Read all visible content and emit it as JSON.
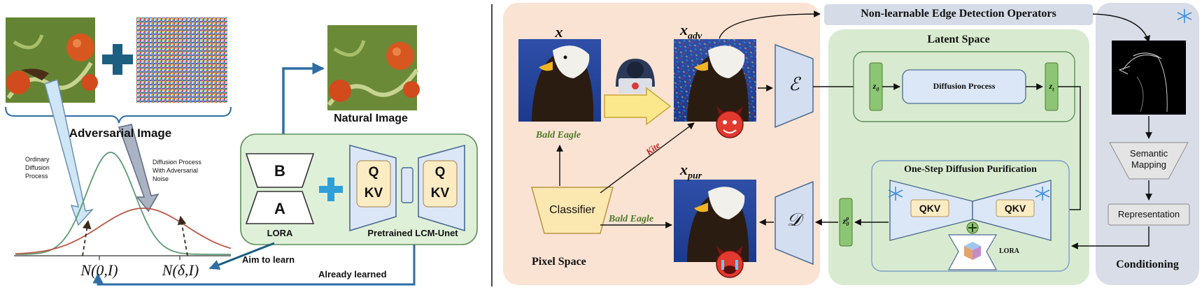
{
  "left_panel": {
    "adversarial_image_label": "Adversarial Image",
    "natural_image_label": "Natural Image",
    "ordinary_process_label": [
      "Ordinary",
      "Diffusion",
      "Process"
    ],
    "adversarial_process_label": [
      "Diffusion Process",
      "With Adversarial",
      "Noise"
    ],
    "normal_dist_label": "N(0,I)",
    "shifted_dist_label": "N(δ,I)",
    "aim_to_learn_label": "Aim to learn",
    "already_learned_label": "Already learned",
    "lora_block_b": "B",
    "lora_block_a": "A",
    "lora_label": "LORA",
    "qkv_q": "Q",
    "qkv_kv": "KV",
    "unet_label": "Pretrained LCM-Unet",
    "colors": {
      "green_panel": "#dff0d8",
      "green_border": "#5f8f5a",
      "blue_arrow": "#2e6ea5",
      "teal_plus": "#1c5f80",
      "light_blue": "#dbe7f7",
      "cream": "#fcecc4"
    }
  },
  "right_panel": {
    "x_label": "x",
    "x_adv_label": "x",
    "x_adv_sub": "adv",
    "x_pur_label": "x",
    "x_pur_sub": "pur",
    "edge_operators_label": "Non-learnable Edge Detection Operators",
    "latent_space_label": "Latent Space",
    "diffusion_process_label": "Diffusion Process",
    "z0_label": "z",
    "z0_sub": "0",
    "zt_label": "z",
    "zt_sub": "t",
    "z0p_label": "z",
    "z0p_sub": "0",
    "z0p_sup": "p",
    "encoder_label": "ℰ",
    "decoder_label": "𝒟",
    "classifier_label": "Classifier",
    "bald_eagle_label_top": "Bald Eagle",
    "bald_eagle_label_bottom": "Bald Eagle",
    "kite_label": "Kite",
    "one_step_label": "One-Step Diffusion Purification",
    "qkv_left": "QKV",
    "qkv_right": "QKV",
    "lora_label": "LORA",
    "pixel_space_label": "Pixel Space",
    "semantic_mapping_label": [
      "Semantic",
      "Mapping"
    ],
    "representation_label": "Representation",
    "conditioning_label": "Conditioning",
    "icons": [
      "hacker-icon",
      "devil-icon",
      "crying-devil-icon",
      "snowflake-icon",
      "lora-cube-icon"
    ],
    "colors": {
      "pixel_space": "#fbe3d3",
      "latent_space": "#d8ebd0",
      "conditioning": "#d9dde8",
      "edge_bar": "#d5dce8",
      "green_token": "#8cc674",
      "label_green": "#4d7a2a",
      "kite_red": "#c0282d",
      "yellow_arrow": "#fbe78c"
    }
  }
}
